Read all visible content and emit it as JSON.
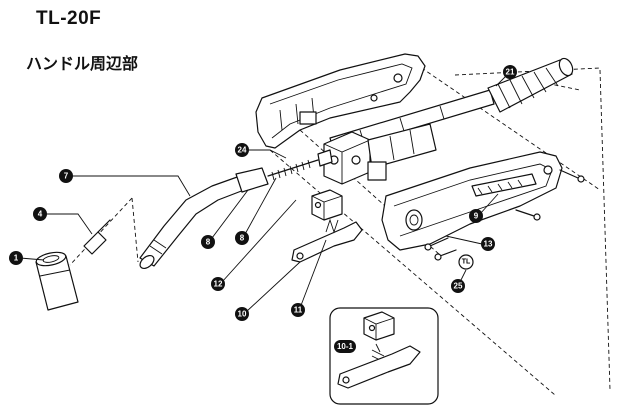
{
  "model_code": "TL-20F",
  "section_title": "ハンドル周辺部",
  "callouts": {
    "p1": "1",
    "p4": "4",
    "p7": "7",
    "p8a": "8",
    "p8b": "8",
    "p9": "9",
    "p10": "10",
    "p10_1": "10-1",
    "p11": "11",
    "p12": "12",
    "p13": "13",
    "p21": "21",
    "p24": "24",
    "p25": "25"
  },
  "logo_text": "TL"
}
